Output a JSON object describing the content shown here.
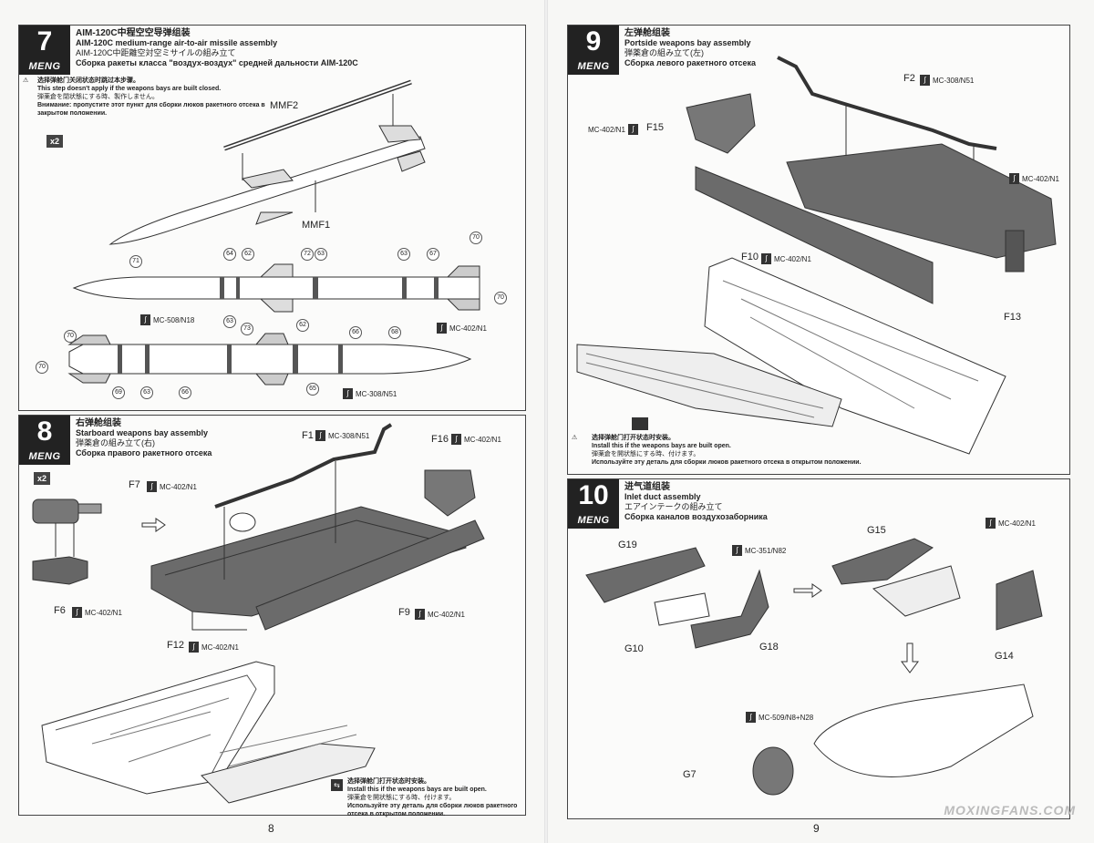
{
  "left_page_number": "8",
  "right_page_number": "9",
  "brand": "MENG",
  "watermark": "MOXINGFANS.COM",
  "step7": {
    "number": "7",
    "title_cn": "AIM-120C中程空空导弹组装",
    "title_en": "AIM-120C medium-range air-to-air missile assembly",
    "title_jp": "AIM-120C中距離空対空ミサイルの組み立て",
    "title_ru": "Сборка ракеты класса \"воздух-воздух\" средней дальности AIM-120C",
    "note_cn": "选择弹舱门关闭状态时跳过本步骤。",
    "note_en": "This step doesn't apply if the weapons bays are built closed.",
    "note_jp": "弾薬倉を閉状態にする時、製作しません。",
    "note_ru": "Внимание: пропустите этот пункт для сборки люков ракетного отсека в закрытом положении.",
    "qty": "x2",
    "parts": {
      "mmf2": "MMF2",
      "mmf1": "MMF1"
    },
    "decals_top": [
      "71",
      "64",
      "62",
      "72",
      "63",
      "63",
      "67",
      "70",
      "70"
    ],
    "decals_bottom": [
      "70",
      "73",
      "63",
      "62",
      "68",
      "70",
      "69",
      "63",
      "66",
      "65",
      "66"
    ],
    "paint1": "MC-508/N18",
    "paint2": "MC-402/N1",
    "paint3": "MC-308/N51"
  },
  "step8": {
    "number": "8",
    "title_cn": "右弹舱组装",
    "title_en": "Starboard weapons bay assembly",
    "title_jp": "弾薬倉の組み立て(右)",
    "title_ru": "Сборка правого ракетного отсека",
    "qty": "x2",
    "parts": {
      "f1": "F1",
      "f1_paint": "MC-308/N51",
      "f16": "F16",
      "f16_paint": "MC-402/N1",
      "f7": "F7",
      "f7_paint": "MC-402/N1",
      "f6": "F6",
      "f6_paint": "MC-402/N1",
      "f9": "F9",
      "f9_paint": "MC-402/N1",
      "f12": "F12",
      "f12_paint": "MC-402/N1"
    },
    "note_cn": "选择弹舱门打开状态时安装。",
    "note_en": "Install this if the weapons bays are built open.",
    "note_jp": "弾薬倉を開状態にする時、付けます。",
    "note_ru": "Используйте эту деталь для сборки люков ракетного отсека в открытом положении."
  },
  "step9": {
    "number": "9",
    "title_cn": "左弹舱组装",
    "title_en": "Portside weapons bay assembly",
    "title_jp": "弾薬倉の組み立て(左)",
    "title_ru": "Сборка левого ракетного отсека",
    "parts": {
      "f2": "F2",
      "f2_paint": "MC-308/N51",
      "f15": "F15",
      "f15_paint": "MC-402/N1",
      "f10": "F10",
      "f10_paint": "MC-402/N1",
      "f13": "F13",
      "f13_paint": "MC-402/N1"
    },
    "note_cn": "选择弹舱门打开状态时安装。",
    "note_en": "Install this if the weapons bays are built open.",
    "note_jp": "弾薬倉を開状態にする時、付けます。",
    "note_ru": "Используйте эту деталь для сборки люков ракетного отсека в открытом положении."
  },
  "step10": {
    "number": "10",
    "title_cn": "进气道组装",
    "title_en": "Inlet duct assembly",
    "title_jp": "エアインテークの組み立て",
    "title_ru": "Сборка каналов воздухозаборника",
    "parts": {
      "g19": "G19",
      "g10": "G10",
      "g18": "G18",
      "g18_paint": "MC-351/N82",
      "g15": "G15",
      "g14": "G14",
      "g15_paint": "MC-402/N1",
      "g7": "G7",
      "g7_paint": "MC-509/N8+N28"
    }
  }
}
